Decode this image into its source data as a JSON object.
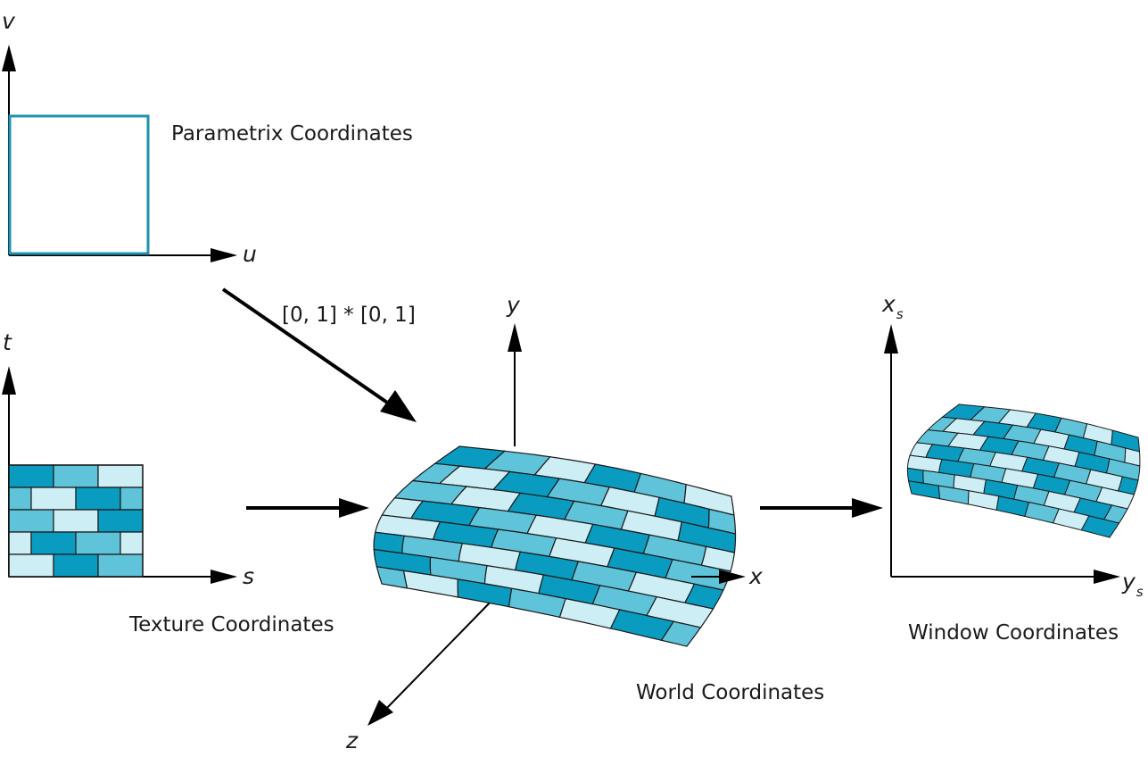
{
  "labels": {
    "parametric": "Parametrix Coordinates",
    "texture": "Texture Coordinates",
    "world": "World Coordinates",
    "window": "Window Coordinates",
    "mapping": "[0, 1] * [0, 1]"
  },
  "axes": {
    "u": "u",
    "v": "v",
    "s": "s",
    "t": "t",
    "x": "x",
    "y": "y",
    "z": "z",
    "xs": "x",
    "ys": "y",
    "screen_subscript": "s"
  },
  "colors": {
    "accent": "#1f93b0",
    "brick_dark": "#0a9cc0",
    "brick_mid": "#5fc4da",
    "brick_light": "#cdeef5",
    "mortar": "#1a1a1a"
  }
}
